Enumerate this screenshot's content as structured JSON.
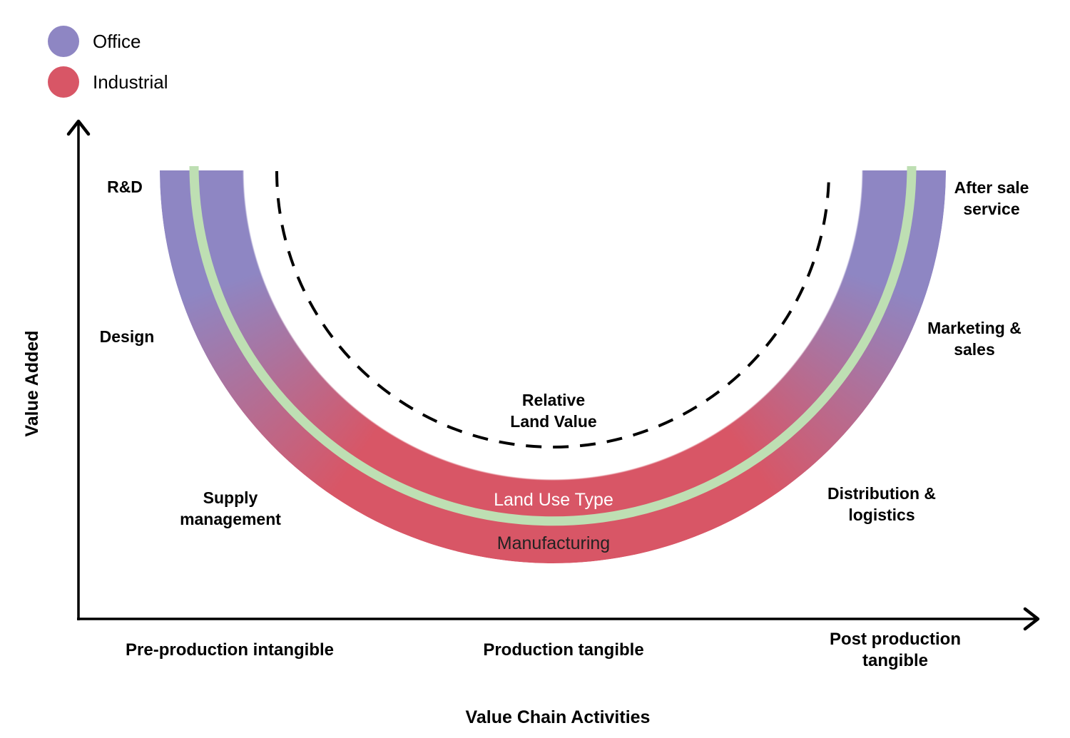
{
  "legend": {
    "items": [
      {
        "id": "office",
        "label": "Office"
      },
      {
        "id": "industrial",
        "label": "Industrial"
      }
    ]
  },
  "axes": {
    "y_label": "Value Added",
    "x_label": "Value Chain Activities",
    "x_ticks": {
      "pre": "Pre-production intangible",
      "prod": "Production tangible",
      "post": "Post production tangible"
    }
  },
  "curve_labels": {
    "rd": "R&D",
    "design": "Design",
    "supply": "Supply\nmanagement",
    "after_sale": "After sale\nservice",
    "marketing": "Marketing &\nsales",
    "distribution": "Distribution &\nlogistics"
  },
  "annotations": {
    "relative_land_value": "Relative\nLand Value",
    "land_use_type": "Land Use Type",
    "manufacturing": "Manufacturing"
  },
  "colors": {
    "purple": "#8e86c3",
    "red": "#d85666",
    "green": "#bedfb3",
    "ink": "#000000"
  },
  "chart_data": {
    "type": "smile-curve-diagram",
    "xlabel": "Value Chain Activities",
    "ylabel": "Value Added",
    "x_stages": [
      "Pre-production intangible",
      "Production tangible",
      "Post production tangible"
    ],
    "curve_shape": "U (high value added at both ends, low in the middle)",
    "activities_along_curve": [
      "R&D",
      "Design",
      "Supply management",
      "Manufacturing",
      "Distribution & logistics",
      "Marketing & sales",
      "After sale service"
    ],
    "band_legend": {
      "ends": "Office",
      "middle": "Industrial"
    },
    "overlays": [
      {
        "name": "Relative Land Value",
        "style": "black dashed inner arc"
      },
      {
        "name": "Land Use Type",
        "style": "green line through band"
      }
    ]
  }
}
